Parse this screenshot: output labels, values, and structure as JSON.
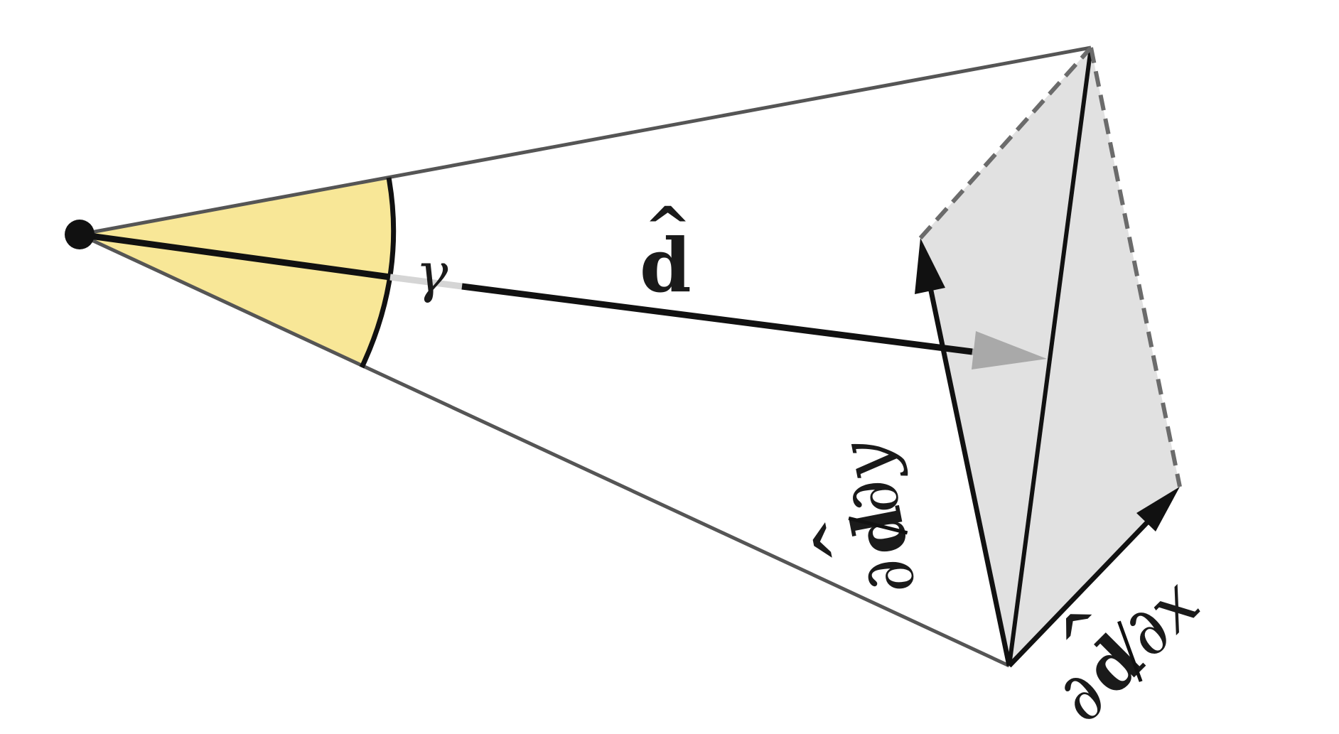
{
  "diagram": {
    "angle_label": "γ",
    "direction_label": "d",
    "direction_hat": "^",
    "derivative_y": {
      "numerator_base": "∂",
      "numerator_var": "d",
      "hat": "^",
      "denominator": "∂y"
    },
    "derivative_x": {
      "numerator_base": "∂",
      "numerator_var": "d",
      "hat": "^",
      "denominator": "∂x"
    },
    "colors": {
      "cone_fill": "#f8e797",
      "parallelogram_fill": "#e1e1e1",
      "edge_gray": "#555555",
      "dash_gray": "#6b6b6b",
      "arrow_head_gray": "#a9a9a9",
      "ink": "#111111"
    }
  }
}
